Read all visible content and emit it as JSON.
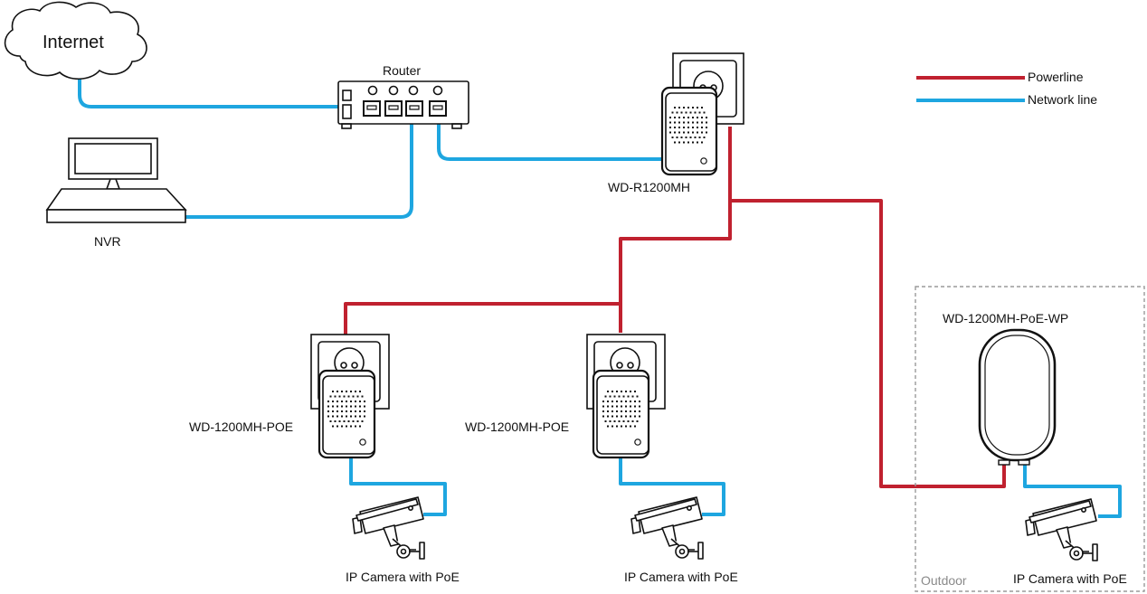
{
  "labels": {
    "internet": "Internet",
    "router": "Router",
    "nvr": "NVR",
    "main_adapter": "WD-R1200MH",
    "poe_adapter_left": "WD-1200MH-POE",
    "poe_adapter_middle": "WD-1200MH-POE",
    "outdoor_adapter": "WD-1200MH-PoE-WP",
    "camera_left": "IP Camera with PoE",
    "camera_middle": "IP Camera with PoE",
    "camera_right": "IP Camera with PoE",
    "outdoor_zone": "Outdoor"
  },
  "legend": {
    "powerline": "Powerline",
    "network": "Network line"
  },
  "colors": {
    "powerline": "#c0212f",
    "network": "#1ea6e0",
    "stroke": "#111111",
    "zone": "#9a9a9a"
  }
}
